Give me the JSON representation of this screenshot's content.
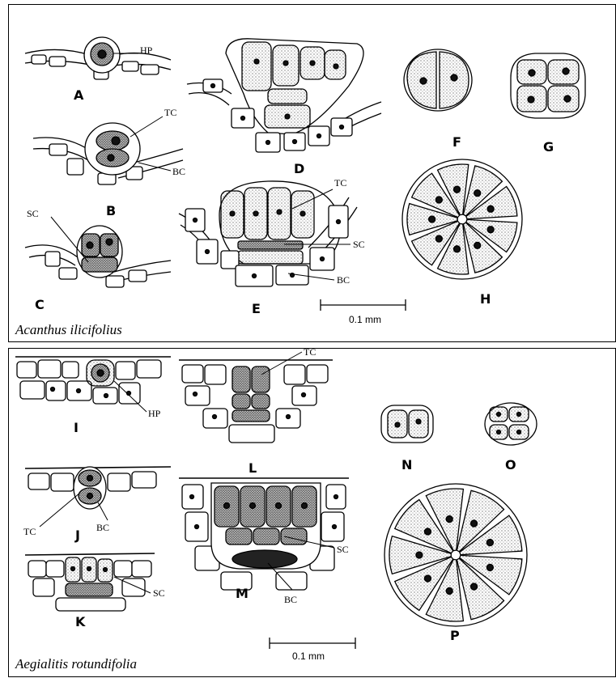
{
  "panel_top": {
    "species": "Acanthus ilicifolius",
    "scale_label": "0.1 mm",
    "figures": {
      "A": {
        "letter": "A",
        "labels": [
          "HP"
        ]
      },
      "B": {
        "letter": "B",
        "labels": [
          "TC",
          "BC"
        ]
      },
      "C": {
        "letter": "C",
        "labels": [
          "SC"
        ]
      },
      "D": {
        "letter": "D",
        "labels": []
      },
      "E": {
        "letter": "E",
        "labels": [
          "TC",
          "SC",
          "BC"
        ]
      },
      "F": {
        "letter": "F",
        "labels": []
      },
      "G": {
        "letter": "G",
        "labels": []
      },
      "H": {
        "letter": "H",
        "labels": []
      }
    }
  },
  "panel_bottom": {
    "species": "Aegialitis rotundifolia",
    "scale_label": "0.1 mm",
    "figures": {
      "I": {
        "letter": "I",
        "labels": [
          "HP"
        ]
      },
      "J": {
        "letter": "J",
        "labels": [
          "TC",
          "BC"
        ]
      },
      "K": {
        "letter": "K",
        "labels": [
          "SC"
        ]
      },
      "L": {
        "letter": "L",
        "labels": [
          "TC"
        ]
      },
      "M": {
        "letter": "M",
        "labels": [
          "SC",
          "BC"
        ]
      },
      "N": {
        "letter": "N",
        "labels": []
      },
      "O": {
        "letter": "O",
        "labels": []
      },
      "P": {
        "letter": "P",
        "labels": []
      }
    }
  },
  "colors": {
    "ink": "#000000",
    "stipple": "#555555",
    "paper": "#ffffff"
  }
}
